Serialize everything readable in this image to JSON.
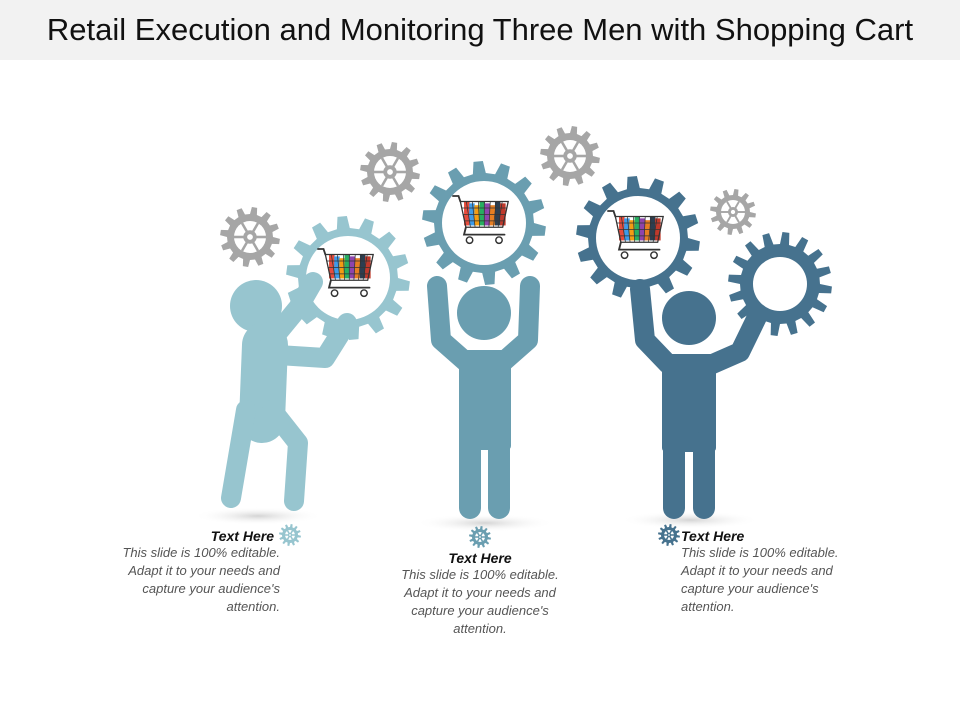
{
  "title": "Retail Execution and Monitoring Three Men with Shopping Cart",
  "colors": {
    "light": "#97c5cf",
    "mid": "#6a9eb0",
    "dark": "#46728e",
    "gear_gray": "#a6a6a6"
  },
  "icons": [
    "gear-icon",
    "shopping-cart-icon",
    "person-icon"
  ],
  "items": [
    {
      "heading": "Text Here",
      "body": "This slide is 100% editable. Adapt it to your needs and capture your audience's attention."
    },
    {
      "heading": "Text Here",
      "body": "This slide is 100% editable. Adapt it to your needs and capture your audience's attention."
    },
    {
      "heading": "Text Here",
      "body": "This slide is 100% editable. Adapt it to your needs and capture your audience's attention."
    }
  ]
}
